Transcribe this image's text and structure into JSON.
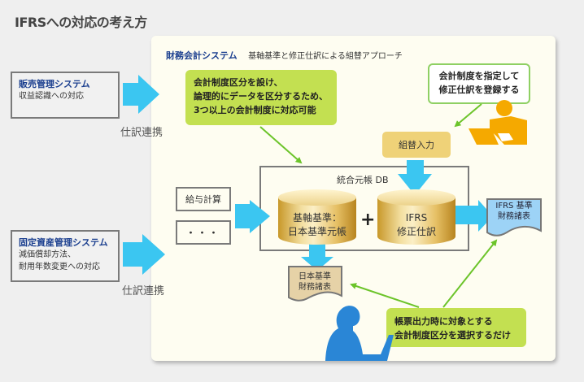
{
  "title": "IFRSへの対応の考え方",
  "panel": {
    "title": "財務会計システム",
    "subtitle": "基軸基準と修正仕訳による組替アプローチ"
  },
  "sources": [
    {
      "name": "販売管理システム",
      "desc": [
        "収益認識への対応"
      ]
    },
    {
      "name": "固定資産管理システム",
      "desc": [
        "減価償却方法、",
        "耐用年数変更への対応"
      ]
    }
  ],
  "link_label": "仕訳連携",
  "callouts": {
    "segments": [
      "会計制度区分を設け、",
      "論理的にデータを区分するため、",
      "3つ以上の会計制度に対応可能"
    ],
    "register": [
      "会計制度を指定して",
      "修正仕訳を登録する"
    ],
    "select": [
      "帳票出力時に対象とする",
      "会計制度区分を選択するだけ"
    ]
  },
  "kumikae_input": "組替入力",
  "other_inputs": [
    "給与計算",
    "・・・"
  ],
  "ledger": {
    "label": "統合元帳 DB",
    "base": [
      "基軸基準：",
      "日本基準元帳"
    ],
    "plus": "+",
    "ifrs": [
      "IFRS",
      "修正仕訳"
    ]
  },
  "outputs": {
    "ifrs": [
      "IFRS 基準",
      "財務諸表"
    ],
    "jp": [
      "日本基準",
      "財務諸表"
    ]
  },
  "colors": {
    "arrow_blue": "#3bc6f1",
    "callout_green": "#c3e051",
    "pointer_green": "#6cc42a",
    "person_orange": "#f5a900",
    "person_blue": "#2a86d6",
    "heading_blue": "#1b3f8f"
  }
}
